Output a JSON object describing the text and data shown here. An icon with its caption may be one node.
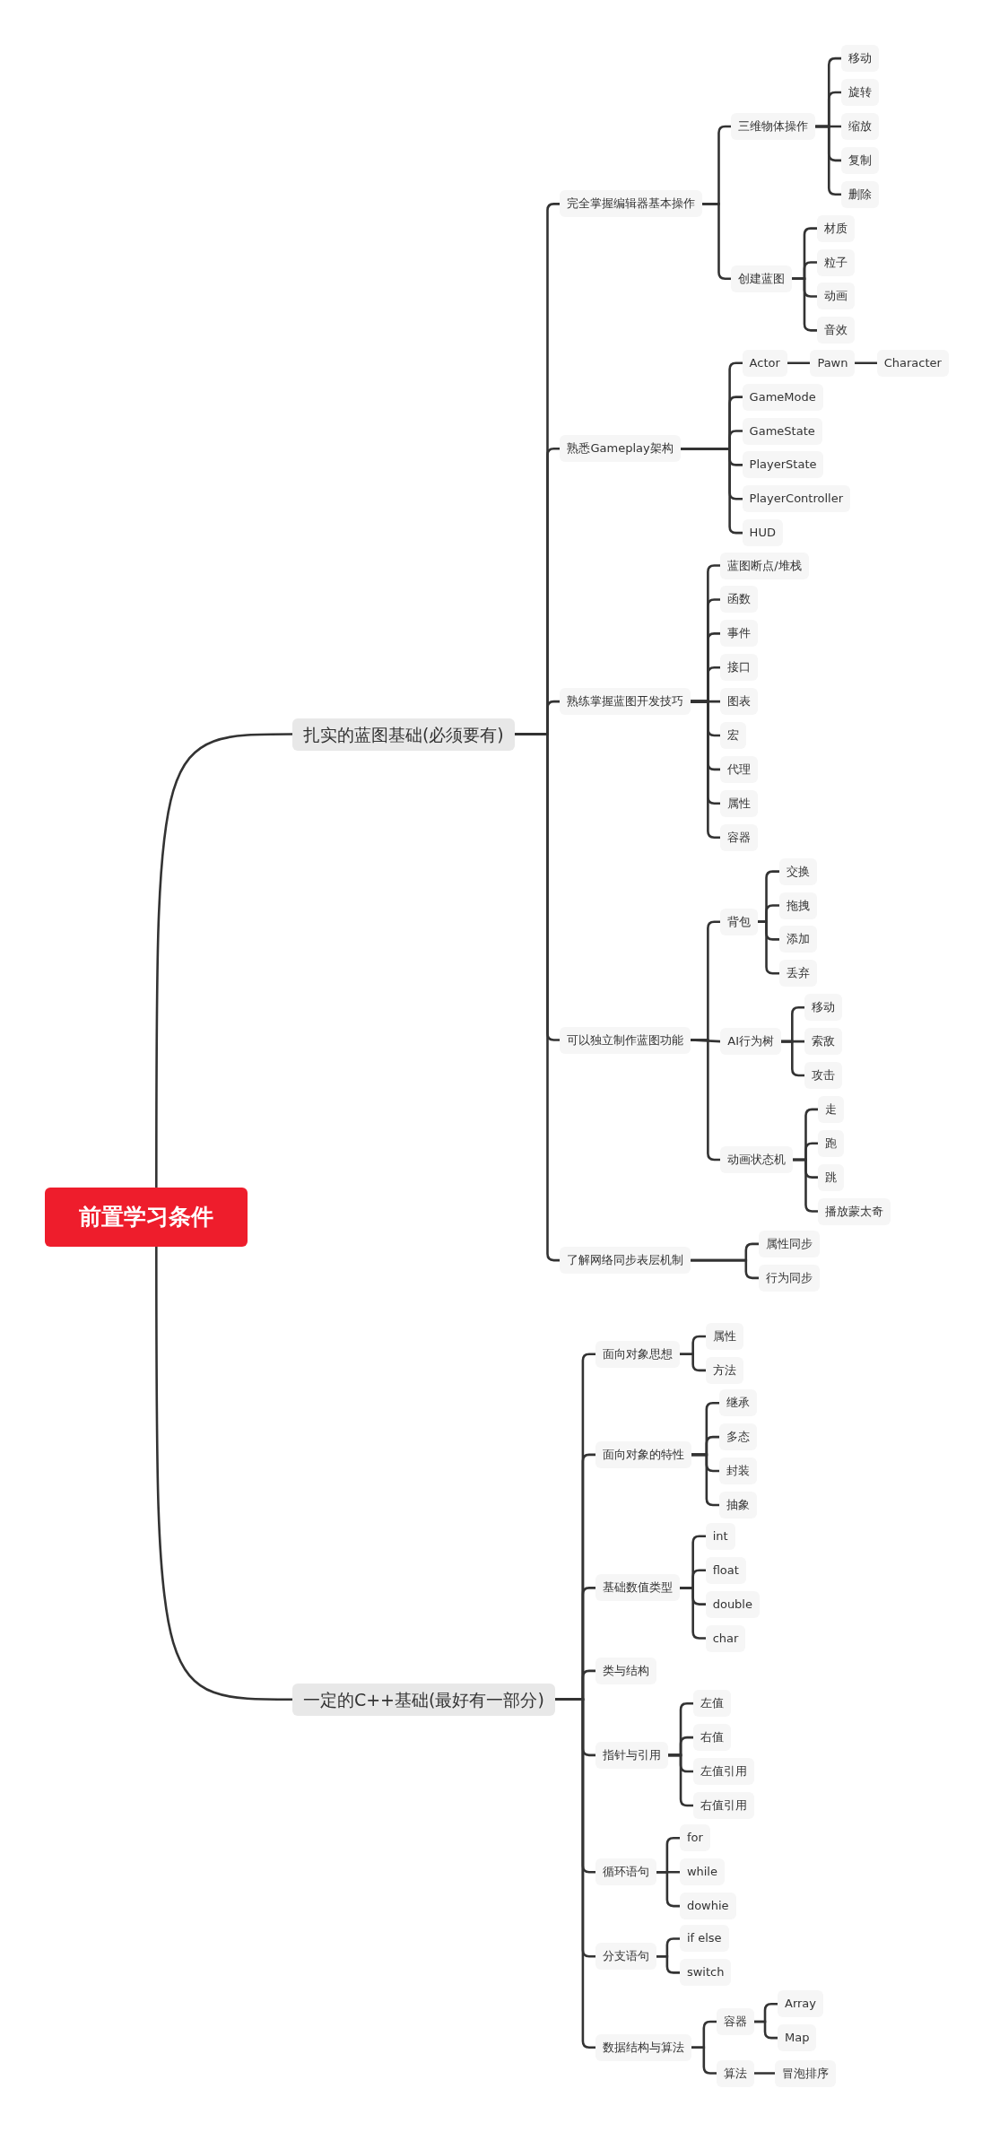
{
  "diagram": {
    "nodes": [
      {
        "text": [
          "前置学习条件"
        ]
      },
      {
        "text": [
          "扎实的蓝图基础(必须要有)"
        ]
      },
      {
        "text": [
          "完全掌握编辑器基本操作"
        ]
      },
      {
        "text": [
          "三维物体操作"
        ]
      },
      {
        "text": [
          "移动"
        ]
      },
      {
        "text": [
          "旋转"
        ]
      },
      {
        "text": [
          "缩放"
        ]
      },
      {
        "text": [
          "复制"
        ]
      },
      {
        "text": [
          "删除"
        ]
      },
      {
        "text": [
          "创建蓝图"
        ]
      },
      {
        "text": [
          "材质"
        ]
      },
      {
        "text": [
          "粒子"
        ]
      },
      {
        "text": [
          "动画"
        ]
      },
      {
        "text": [
          "音效"
        ]
      },
      {
        "text": [
          "熟悉Gameplay架构"
        ]
      },
      {
        "text": [
          "Actor"
        ]
      },
      {
        "text": [
          "Pawn"
        ]
      },
      {
        "text": [
          "Character"
        ]
      },
      {
        "text": [
          "GameMode"
        ]
      },
      {
        "text": [
          "GameState"
        ]
      },
      {
        "text": [
          "PlayerState"
        ]
      },
      {
        "text": [
          "PlayerController"
        ]
      },
      {
        "text": [
          "HUD"
        ]
      },
      {
        "text": [
          "熟练掌握蓝图开发技巧"
        ]
      },
      {
        "text": [
          "蓝图断点/堆栈"
        ]
      },
      {
        "text": [
          "函数"
        ]
      },
      {
        "text": [
          "事件"
        ]
      },
      {
        "text": [
          "接口"
        ]
      },
      {
        "text": [
          "图表"
        ]
      },
      {
        "text": [
          "宏"
        ]
      },
      {
        "text": [
          "代理"
        ]
      },
      {
        "text": [
          "属性"
        ]
      },
      {
        "text": [
          "容器"
        ]
      },
      {
        "text": [
          "可以独立制作蓝图功能"
        ]
      },
      {
        "text": [
          "背包"
        ]
      },
      {
        "text": [
          "交换"
        ]
      },
      {
        "text": [
          "拖拽"
        ]
      },
      {
        "text": [
          "添加"
        ]
      },
      {
        "text": [
          "丢弃"
        ]
      },
      {
        "text": [
          "AI行为树"
        ]
      },
      {
        "text": [
          "移动"
        ]
      },
      {
        "text": [
          "索敌"
        ]
      },
      {
        "text": [
          "攻击"
        ]
      },
      {
        "text": [
          "动画状态机"
        ]
      },
      {
        "text": [
          "走"
        ]
      },
      {
        "text": [
          "跑"
        ]
      },
      {
        "text": [
          "跳"
        ]
      },
      {
        "text": [
          "播放蒙太奇"
        ]
      },
      {
        "text": [
          "了解网络同步表层机制"
        ]
      },
      {
        "text": [
          "属性同步"
        ]
      },
      {
        "text": [
          "行为同步"
        ]
      },
      {
        "text": [
          "一定的C++基础(最好有一部分)"
        ]
      },
      {
        "text": [
          "面向对象思想"
        ]
      },
      {
        "text": [
          "属性"
        ]
      },
      {
        "text": [
          "方法"
        ]
      },
      {
        "text": [
          "面向对象的特性"
        ]
      },
      {
        "text": [
          "继承"
        ]
      },
      {
        "text": [
          "多态"
        ]
      },
      {
        "text": [
          "封装"
        ]
      },
      {
        "text": [
          "抽象"
        ]
      },
      {
        "text": [
          "基础数值类型"
        ]
      },
      {
        "text": [
          "int"
        ]
      },
      {
        "text": [
          "float"
        ]
      },
      {
        "text": [
          "double"
        ]
      },
      {
        "text": [
          "char"
        ]
      },
      {
        "text": [
          "类与结构"
        ]
      },
      {
        "text": [
          "指针与引用"
        ]
      },
      {
        "text": [
          "左值"
        ]
      },
      {
        "text": [
          "右值"
        ]
      },
      {
        "text": [
          "左值引用"
        ]
      },
      {
        "text": [
          "右值引用"
        ]
      },
      {
        "text": [
          "循环语句"
        ]
      },
      {
        "text": [
          "for"
        ]
      },
      {
        "text": [
          "while"
        ]
      },
      {
        "text": [
          "dowhie"
        ]
      },
      {
        "text": [
          "分支语句"
        ]
      },
      {
        "text": [
          "if else"
        ]
      },
      {
        "text": [
          "switch"
        ]
      },
      {
        "text": [
          "数据结构与算法"
        ]
      },
      {
        "text": [
          "容器"
        ]
      },
      {
        "text": [
          "Array"
        ]
      },
      {
        "text": [
          "Map"
        ]
      },
      {
        "text": [
          "算法"
        ]
      },
      {
        "text": [
          "冒泡排序"
        ]
      }
    ],
    "edges": [
      {
        "from": 0,
        "to": 1,
        "arrow": "none"
      },
      {
        "from": 1,
        "to": 2,
        "arrow": "none"
      },
      {
        "from": 2,
        "to": 3,
        "arrow": "none"
      },
      {
        "from": 3,
        "to": 4,
        "arrow": "none"
      },
      {
        "from": 3,
        "to": 5,
        "arrow": "none"
      },
      {
        "from": 3,
        "to": 6,
        "arrow": "none"
      },
      {
        "from": 3,
        "to": 7,
        "arrow": "none"
      },
      {
        "from": 3,
        "to": 8,
        "arrow": "none"
      },
      {
        "from": 2,
        "to": 9,
        "arrow": "none"
      },
      {
        "from": 9,
        "to": 10,
        "arrow": "none"
      },
      {
        "from": 9,
        "to": 11,
        "arrow": "none"
      },
      {
        "from": 9,
        "to": 12,
        "arrow": "none"
      },
      {
        "from": 9,
        "to": 13,
        "arrow": "none"
      },
      {
        "from": 1,
        "to": 14,
        "arrow": "none"
      },
      {
        "from": 14,
        "to": 15,
        "arrow": "none"
      },
      {
        "from": 15,
        "to": 16,
        "arrow": "none"
      },
      {
        "from": 16,
        "to": 17,
        "arrow": "none"
      },
      {
        "from": 14,
        "to": 18,
        "arrow": "none"
      },
      {
        "from": 14,
        "to": 19,
        "arrow": "none"
      },
      {
        "from": 14,
        "to": 20,
        "arrow": "none"
      },
      {
        "from": 14,
        "to": 21,
        "arrow": "none"
      },
      {
        "from": 14,
        "to": 22,
        "arrow": "none"
      },
      {
        "from": 1,
        "to": 23,
        "arrow": "none"
      },
      {
        "from": 23,
        "to": 24,
        "arrow": "none"
      },
      {
        "from": 23,
        "to": 25,
        "arrow": "none"
      },
      {
        "from": 23,
        "to": 26,
        "arrow": "none"
      },
      {
        "from": 23,
        "to": 27,
        "arrow": "none"
      },
      {
        "from": 23,
        "to": 28,
        "arrow": "none"
      },
      {
        "from": 23,
        "to": 29,
        "arrow": "none"
      },
      {
        "from": 23,
        "to": 30,
        "arrow": "none"
      },
      {
        "from": 23,
        "to": 31,
        "arrow": "none"
      },
      {
        "from": 23,
        "to": 32,
        "arrow": "none"
      },
      {
        "from": 1,
        "to": 33,
        "arrow": "none"
      },
      {
        "from": 33,
        "to": 34,
        "arrow": "none"
      },
      {
        "from": 34,
        "to": 35,
        "arrow": "none"
      },
      {
        "from": 34,
        "to": 36,
        "arrow": "none"
      },
      {
        "from": 34,
        "to": 37,
        "arrow": "none"
      },
      {
        "from": 34,
        "to": 38,
        "arrow": "none"
      },
      {
        "from": 33,
        "to": 39,
        "arrow": "none"
      },
      {
        "from": 39,
        "to": 40,
        "arrow": "none"
      },
      {
        "from": 39,
        "to": 41,
        "arrow": "none"
      },
      {
        "from": 39,
        "to": 42,
        "arrow": "none"
      },
      {
        "from": 33,
        "to": 43,
        "arrow": "none"
      },
      {
        "from": 43,
        "to": 44,
        "arrow": "none"
      },
      {
        "from": 43,
        "to": 45,
        "arrow": "none"
      },
      {
        "from": 43,
        "to": 46,
        "arrow": "none"
      },
      {
        "from": 43,
        "to": 47,
        "arrow": "none"
      },
      {
        "from": 1,
        "to": 48,
        "arrow": "none"
      },
      {
        "from": 48,
        "to": 49,
        "arrow": "none"
      },
      {
        "from": 48,
        "to": 50,
        "arrow": "none"
      },
      {
        "from": 0,
        "to": 51,
        "arrow": "none"
      },
      {
        "from": 51,
        "to": 52,
        "arrow": "none"
      },
      {
        "from": 52,
        "to": 53,
        "arrow": "none"
      },
      {
        "from": 52,
        "to": 54,
        "arrow": "none"
      },
      {
        "from": 51,
        "to": 55,
        "arrow": "none"
      },
      {
        "from": 55,
        "to": 56,
        "arrow": "none"
      },
      {
        "from": 55,
        "to": 57,
        "arrow": "none"
      },
      {
        "from": 55,
        "to": 58,
        "arrow": "none"
      },
      {
        "from": 55,
        "to": 59,
        "arrow": "none"
      },
      {
        "from": 51,
        "to": 60,
        "arrow": "none"
      },
      {
        "from": 60,
        "to": 61,
        "arrow": "none"
      },
      {
        "from": 60,
        "to": 62,
        "arrow": "none"
      },
      {
        "from": 60,
        "to": 63,
        "arrow": "none"
      },
      {
        "from": 60,
        "to": 64,
        "arrow": "none"
      },
      {
        "from": 51,
        "to": 65,
        "arrow": "none"
      },
      {
        "from": 51,
        "to": 66,
        "arrow": "none"
      },
      {
        "from": 66,
        "to": 67,
        "arrow": "none"
      },
      {
        "from": 66,
        "to": 68,
        "arrow": "none"
      },
      {
        "from": 66,
        "to": 69,
        "arrow": "none"
      },
      {
        "from": 66,
        "to": 70,
        "arrow": "none"
      },
      {
        "from": 51,
        "to": 71,
        "arrow": "none"
      },
      {
        "from": 71,
        "to": 72,
        "arrow": "none"
      },
      {
        "from": 71,
        "to": 73,
        "arrow": "none"
      },
      {
        "from": 71,
        "to": 74,
        "arrow": "none"
      },
      {
        "from": 51,
        "to": 75,
        "arrow": "none"
      },
      {
        "from": 75,
        "to": 76,
        "arrow": "none"
      },
      {
        "from": 75,
        "to": 77,
        "arrow": "none"
      },
      {
        "from": 51,
        "to": 78,
        "arrow": "none"
      },
      {
        "from": 78,
        "to": 79,
        "arrow": "none"
      },
      {
        "from": 79,
        "to": 80,
        "arrow": "none"
      },
      {
        "from": 79,
        "to": 81,
        "arrow": "none"
      },
      {
        "from": 78,
        "to": 82,
        "arrow": "none"
      },
      {
        "from": 82,
        "to": 83,
        "arrow": "none"
      }
    ]
  }
}
